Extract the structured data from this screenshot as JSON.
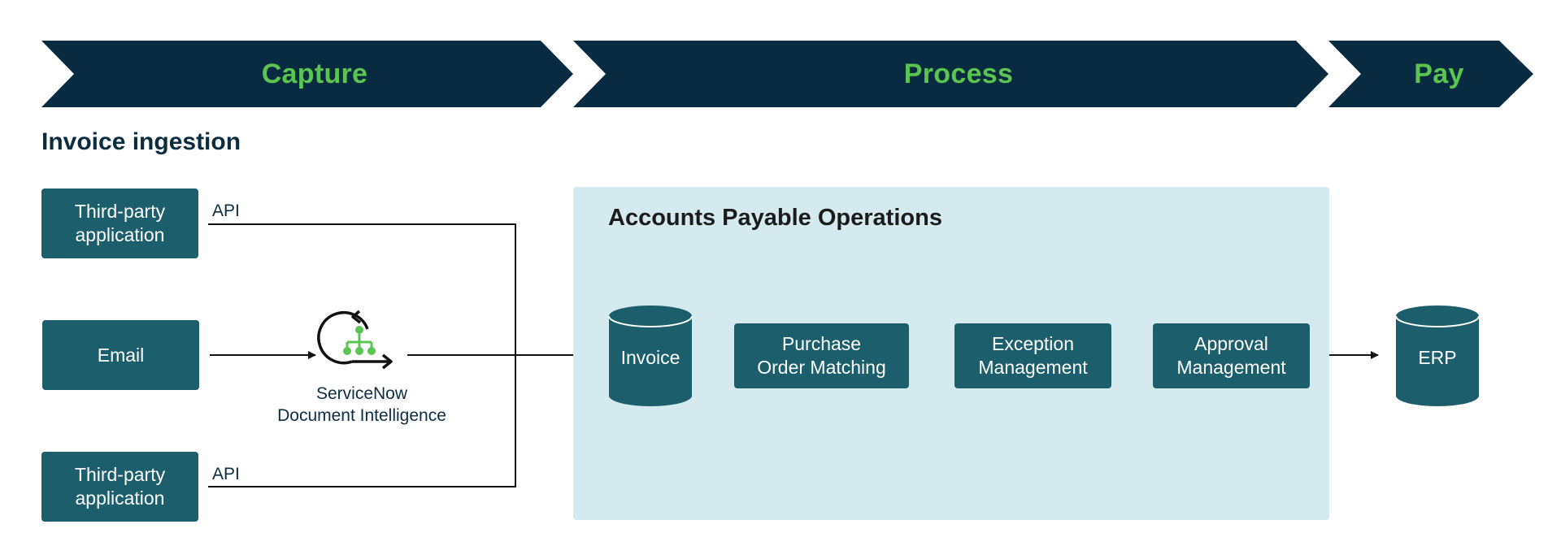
{
  "stages": [
    "Capture",
    "Process",
    "Pay"
  ],
  "section_title": "Invoice ingestion",
  "sources": {
    "top": "Third-party\napplication",
    "middle": "Email",
    "bottom": "Third-party\napplication"
  },
  "edge_labels": {
    "top": "API",
    "bottom": "API"
  },
  "service_label": "ServiceNow\nDocument Intelligence",
  "panel_title": "Accounts Payable Operations",
  "nodes": {
    "invoice": "Invoice",
    "po_matching": "Purchase\nOrder Matching",
    "exception": "Exception\nManagement",
    "approval": "Approval\nManagement",
    "erp": "ERP"
  },
  "colors": {
    "chevron": "#082b42",
    "stage_text": "#5bc552",
    "box": "#1c5e6b",
    "panel": "#d4eaee",
    "icon_accent": "#5bc552"
  }
}
